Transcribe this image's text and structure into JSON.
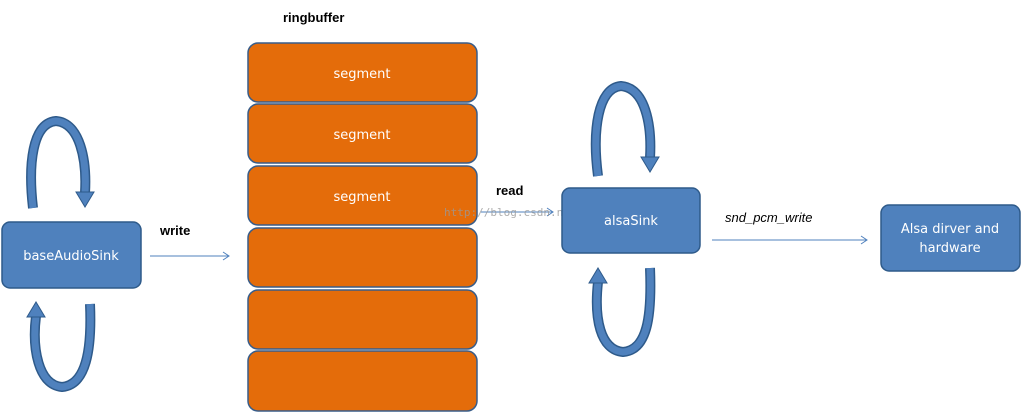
{
  "diagram": {
    "ringbuffer_label": "ringbuffer",
    "segments": [
      "segment",
      "segment",
      "segment",
      "",
      "",
      ""
    ],
    "nodes": {
      "base_audio_sink": "baseAudioSink",
      "alsa_sink": "alsaSink",
      "alsa_driver_line1": "Alsa dirver and",
      "alsa_driver_line2": "hardware"
    },
    "edges": {
      "write": "write",
      "read": "read",
      "snd_pcm_write": "snd_pcm_write"
    },
    "watermark": "http://blog.csdn.net/",
    "colors": {
      "segment_fill": "#E46C0A",
      "segment_stroke": "#385D8A",
      "node_fill": "#4F81BD",
      "node_stroke": "#2E5A8A",
      "arrow": "#4F81BD"
    }
  }
}
